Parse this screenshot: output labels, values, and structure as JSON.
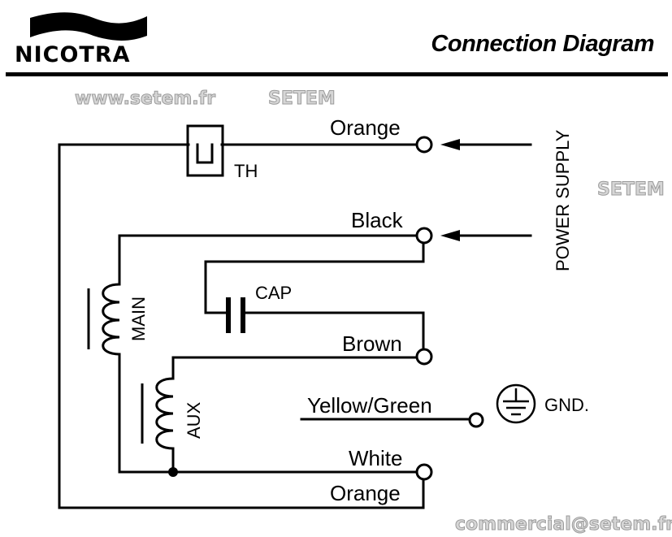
{
  "header": {
    "brand": "NICOTRA",
    "title": "Connection Diagram"
  },
  "diagram": {
    "components": {
      "thermal_protector": "TH",
      "main_winding": "MAIN",
      "aux_winding": "AUX",
      "capacitor": "CAP",
      "ground": "GND."
    },
    "wires": {
      "orange_top": "Orange",
      "black": "Black",
      "brown": "Brown",
      "yellow_green": "Yellow/Green",
      "white": "White",
      "orange_bottom": "Orange"
    },
    "power_supply": "POWER SUPPLY",
    "icons": {
      "ground": "earth-ground-symbol",
      "arrow": "arrow-left",
      "terminal": "open-circle-terminal",
      "junction": "filled-dot-junction"
    }
  },
  "watermark": {
    "url": "www.setem.fr",
    "brand1": "SETEM",
    "brand2": "SETEM",
    "email": "commercial@setem.fr"
  },
  "colors": {
    "ink": "#000000",
    "background": "#ffffff",
    "watermark_fill": "#d6d6d6"
  }
}
